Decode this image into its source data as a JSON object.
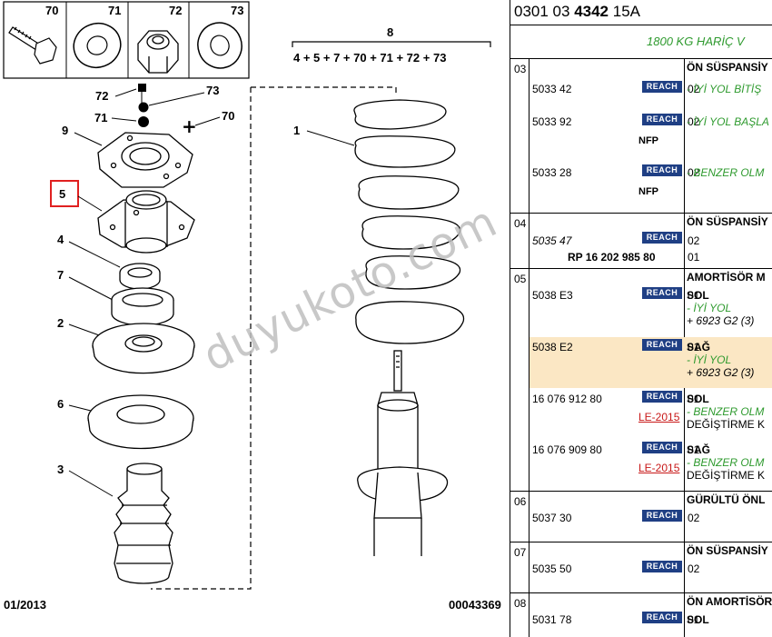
{
  "diagram": {
    "small_parts": [
      "70",
      "71",
      "72",
      "73"
    ],
    "assembly_number": "8",
    "assembly_formula": "4 + 5 + 7 + 70 + 71 + 72 + 73",
    "callouts": {
      "c72": "72",
      "c73": "73",
      "c71": "71",
      "c70": "70",
      "c9": "9",
      "c5": "5",
      "c4": "4",
      "c7": "7",
      "c2": "2",
      "c6": "6",
      "c3": "3",
      "c1": "1"
    },
    "date": "01/2013",
    "drawing_no": "00043369"
  },
  "watermark": "duyukoto.com",
  "panel": {
    "ref_prefix": "0301 03 ",
    "ref_bold": "4342",
    "ref_suffix": " 15A",
    "variant": "1800 KG HARİÇ V",
    "reach_label": "REACH",
    "groups": [
      {
        "no": "03",
        "title": "ÖN SÜSPANSİY",
        "rows": [
          {
            "part": "5033 42",
            "qty": "02",
            "desc": "- İYİ YOL BİTİŞ"
          },
          {
            "part": "5033 92",
            "qty": "02",
            "sub": "NFP",
            "desc": "- İYİ YOL BAŞLA"
          },
          {
            "part": "5033 28",
            "qty": "02",
            "sub": "NFP",
            "desc": "- BENZER OLM"
          }
        ]
      },
      {
        "no": "04",
        "title": "ÖN SÜSPANSİY",
        "rows": [
          {
            "part": "5035 47",
            "qty": "02",
            "qty2": "01",
            "sub": "RP 16 202 985 80"
          }
        ]
      },
      {
        "no": "05",
        "title": "AMORTİSÖR M",
        "rows": [
          {
            "part": "5038 E3",
            "qty": "01",
            "side": "SOL",
            "g": "- İYİ YOL",
            "n": "+ 6923 G2 (3)"
          },
          {
            "part": "5038 E2",
            "qty": "01",
            "side": "SAĞ",
            "g": "- İYİ YOL",
            "n": "+ 6923 G2 (3)"
          },
          {
            "part": "16 076 912 80",
            "qty": "01",
            "side": "SOL",
            "le": "LE-2015",
            "g": "- BENZER OLM",
            "extra": "DEĞİŞTİRME K"
          },
          {
            "part": "16 076 909 80",
            "qty": "01",
            "side": "SAĞ",
            "le": "LE-2015",
            "g": "- BENZER OLM",
            "extra": "DEĞİŞTİRME K"
          }
        ]
      },
      {
        "no": "06",
        "title": "GÜRÜLTÜ ÖNL",
        "rows": [
          {
            "part": "5037 30",
            "qty": "02"
          }
        ]
      },
      {
        "no": "07",
        "title": "ÖN SÜSPANSİY",
        "rows": [
          {
            "part": "5035 50",
            "qty": "02"
          }
        ]
      },
      {
        "no": "08",
        "title": "ÖN AMORTİSÖR",
        "rows": [
          {
            "part": "5031 78",
            "qty": "01",
            "side": "SOL"
          }
        ]
      }
    ]
  },
  "colors": {
    "reach_bg": "#1f3f84",
    "green_note": "#2e9a2e",
    "highlight_row": "#fbe7c4",
    "link_red": "#c81818",
    "callout_box": "#e02020"
  }
}
